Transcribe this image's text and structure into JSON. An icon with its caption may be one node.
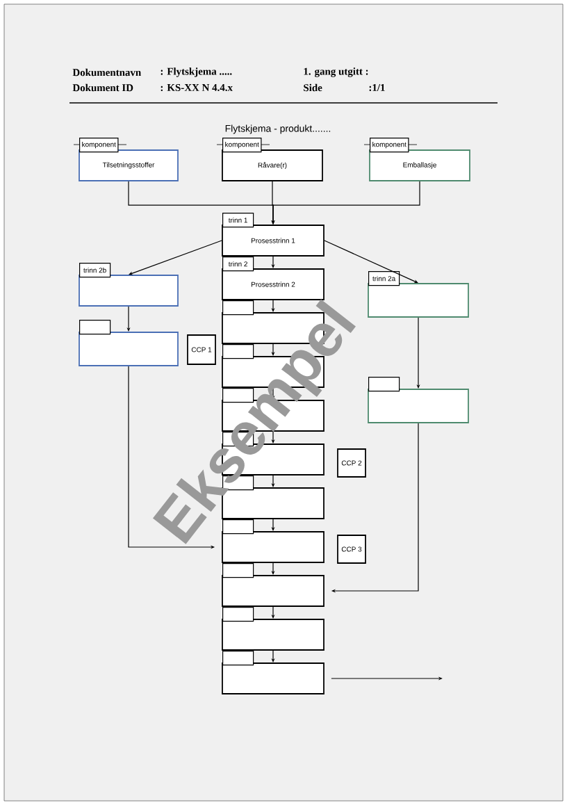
{
  "diagram": {
    "title": "Flytskjema - produkt.......",
    "nodes": [
      {
        "text": [
          "komponent",
          "Tilsetningsstoffer"
        ]
      },
      {
        "text": [
          "komponent",
          "Råvare(r)"
        ]
      },
      {
        "text": [
          "komponent",
          "Emballasje"
        ]
      },
      {
        "text": [
          "trinn 1",
          "Prosesstrinn 1"
        ]
      },
      {
        "text": [
          "trinn 2",
          "Prosesstrinn 2"
        ]
      },
      {
        "text": [],
        "shape": "box"
      },
      {
        "text": [],
        "shape": "box"
      },
      {
        "text": [],
        "shape": "box"
      },
      {
        "text": [],
        "shape": "box"
      },
      {
        "text": [],
        "shape": "box"
      },
      {
        "text": [],
        "shape": "box"
      },
      {
        "text": [],
        "shape": "box"
      },
      {
        "text": [],
        "shape": "box"
      },
      {
        "text": [],
        "shape": "box"
      },
      {
        "text": [
          "trinn 2b"
        ]
      },
      {
        "text": [],
        "shape": "box"
      },
      {
        "text": [
          "CCP 1"
        ]
      },
      {
        "text": [
          "trinn 2a"
        ]
      },
      {
        "text": [],
        "shape": "box"
      },
      {
        "text": [
          "CCP 2"
        ]
      },
      {
        "text": [
          "CCP 3"
        ]
      }
    ],
    "edges": [
      {
        "from": 0,
        "to": 3,
        "arrow": "to"
      },
      {
        "from": 1,
        "to": 3,
        "arrow": "to"
      },
      {
        "from": 2,
        "to": 3,
        "arrow": "to"
      },
      {
        "from": 3,
        "to": 4,
        "arrow": "to"
      },
      {
        "from": 4,
        "to": 5,
        "arrow": "to"
      },
      {
        "from": 5,
        "to": 6,
        "arrow": "to"
      },
      {
        "from": 6,
        "to": 7,
        "arrow": "to"
      },
      {
        "from": 7,
        "to": 8,
        "arrow": "to"
      },
      {
        "from": 8,
        "to": 9,
        "arrow": "to"
      },
      {
        "from": 9,
        "to": 10,
        "arrow": "to"
      },
      {
        "from": 10,
        "to": 11,
        "arrow": "to"
      },
      {
        "from": 11,
        "to": 12,
        "arrow": "to"
      },
      {
        "from": 12,
        "to": 13,
        "arrow": "to"
      },
      {
        "from": 3,
        "to": 14,
        "arrow": "to"
      },
      {
        "from": 14,
        "to": 15,
        "arrow": "to"
      },
      {
        "from": 15,
        "to": 10,
        "arrow": "to"
      },
      {
        "from": 3,
        "to": 17,
        "arrow": "to"
      },
      {
        "from": 17,
        "to": 18,
        "arrow": "to"
      },
      {
        "from": 18,
        "to": 11,
        "arrow": "to"
      },
      {
        "from": 13,
        "to": null,
        "arrow": "to"
      }
    ],
    "labels": [
      "Dokumentnavn",
      ": Flytskjema .....",
      "1. gang utgitt :",
      "Dokument ID",
      ": KS-XX N 4.4.x",
      "Side",
      ":1/1",
      "Eksempel"
    ]
  }
}
